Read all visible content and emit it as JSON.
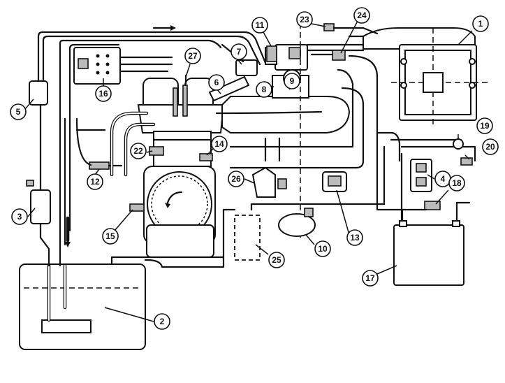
{
  "callouts": [
    {
      "id": "callout-1",
      "text": "1"
    },
    {
      "id": "callout-2",
      "text": "2"
    },
    {
      "id": "callout-3",
      "text": "3"
    },
    {
      "id": "callout-4",
      "text": "4"
    },
    {
      "id": "callout-5",
      "text": "5"
    },
    {
      "id": "callout-6",
      "text": "6"
    },
    {
      "id": "callout-7",
      "text": "7"
    },
    {
      "id": "callout-8",
      "text": "8"
    },
    {
      "id": "callout-9",
      "text": "9"
    },
    {
      "id": "callout-10",
      "text": "10"
    },
    {
      "id": "callout-11",
      "text": "11"
    },
    {
      "id": "callout-12",
      "text": "12"
    },
    {
      "id": "callout-13",
      "text": "13"
    },
    {
      "id": "callout-14",
      "text": "14"
    },
    {
      "id": "callout-15",
      "text": "15"
    },
    {
      "id": "callout-16",
      "text": "16"
    },
    {
      "id": "callout-17",
      "text": "17"
    },
    {
      "id": "callout-18",
      "text": "18"
    },
    {
      "id": "callout-19",
      "text": "19"
    },
    {
      "id": "callout-20",
      "text": "20"
    },
    {
      "id": "callout-22",
      "text": "22"
    },
    {
      "id": "callout-23",
      "text": "23"
    },
    {
      "id": "callout-24",
      "text": "24"
    },
    {
      "id": "callout-25",
      "text": "25"
    },
    {
      "id": "callout-26",
      "text": "26"
    },
    {
      "id": "callout-27",
      "text": "27"
    }
  ]
}
